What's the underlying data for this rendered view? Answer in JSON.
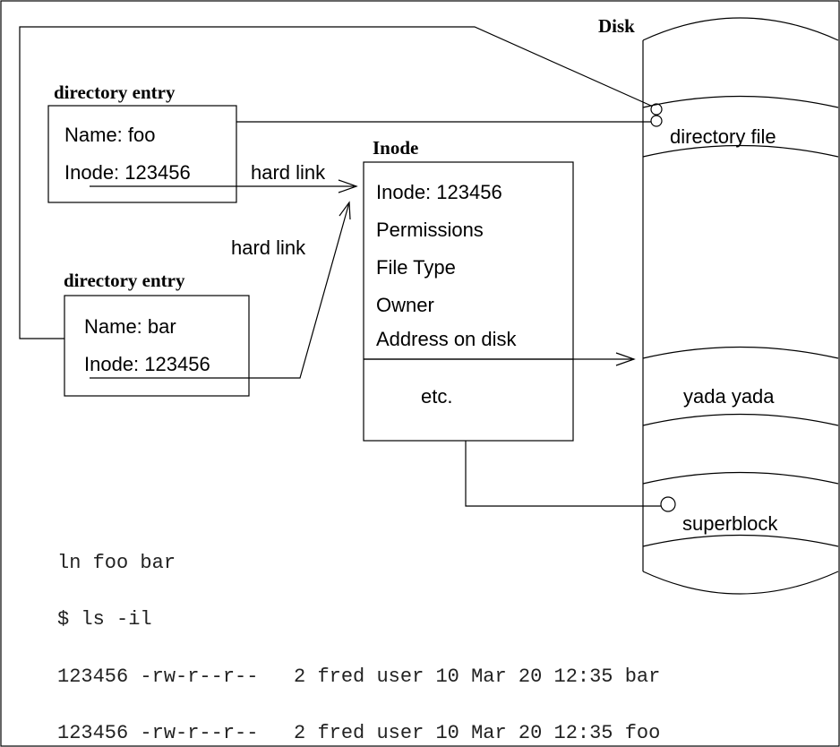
{
  "disk": {
    "title": "Disk",
    "segments": [
      "directory file",
      "yada yada",
      "superblock"
    ]
  },
  "directory_entries": [
    {
      "heading": "directory entry",
      "name": "Name: foo",
      "inode": "Inode: 123456"
    },
    {
      "heading": "directory entry",
      "name": "Name: bar",
      "inode": "Inode: 123456"
    }
  ],
  "inode": {
    "title": "Inode",
    "fields": [
      "Inode: 123456",
      "Permissions",
      "File Type",
      "Owner",
      "Address on disk"
    ],
    "footer": "etc."
  },
  "links": [
    "hard link",
    "hard link"
  ],
  "terminal": [
    "ln foo bar",
    "$ ls -il",
    "123456 -rw-r--r--   2 fred user 10 Mar 20 12:35 bar",
    "123456 -rw-r--r--   2 fred user 10 Mar 20 12:35 foo"
  ]
}
